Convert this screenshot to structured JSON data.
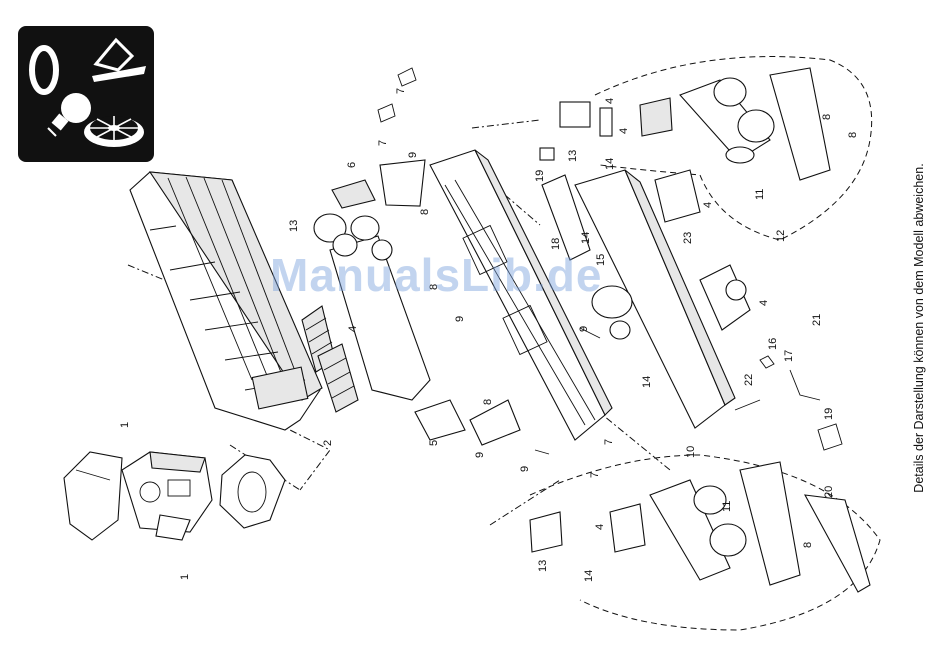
{
  "watermark": "ManualsLib.de",
  "side_note": "Details der Darstellung können von dem Modell abweichen.",
  "symbol": {
    "digit": "0",
    "icon_names": [
      "zero-icon",
      "lamp-icon",
      "bulb-icon",
      "fan-wheel-icon"
    ]
  },
  "callouts": [
    {
      "id": "c1a",
      "label": "1"
    },
    {
      "id": "c1b",
      "label": "1"
    },
    {
      "id": "c2",
      "label": "2"
    },
    {
      "id": "c4a",
      "label": "4"
    },
    {
      "id": "c5",
      "label": "5"
    },
    {
      "id": "c6",
      "label": "6"
    },
    {
      "id": "c7a",
      "label": "7"
    },
    {
      "id": "c7b",
      "label": "7"
    },
    {
      "id": "c7c",
      "label": "7"
    },
    {
      "id": "c7d",
      "label": "7"
    },
    {
      "id": "c8a",
      "label": "8"
    },
    {
      "id": "c8b",
      "label": "8"
    },
    {
      "id": "c8c",
      "label": "8"
    },
    {
      "id": "c9a",
      "label": "9"
    },
    {
      "id": "c9b",
      "label": "9"
    },
    {
      "id": "c9c",
      "label": "9"
    },
    {
      "id": "c9d",
      "label": "9"
    },
    {
      "id": "c13a",
      "label": "13"
    },
    {
      "id": "c4b",
      "label": "4"
    },
    {
      "id": "c4c",
      "label": "4"
    },
    {
      "id": "c13b",
      "label": "13"
    },
    {
      "id": "c14a",
      "label": "14"
    },
    {
      "id": "c19a",
      "label": "19"
    },
    {
      "id": "c18",
      "label": "18"
    },
    {
      "id": "c14b",
      "label": "14"
    },
    {
      "id": "c15",
      "label": "15"
    },
    {
      "id": "c9e",
      "label": "9"
    },
    {
      "id": "c14c",
      "label": "14"
    },
    {
      "id": "c4d",
      "label": "4"
    },
    {
      "id": "c23",
      "label": "23"
    },
    {
      "id": "c11a",
      "label": "11"
    },
    {
      "id": "c12",
      "label": "12"
    },
    {
      "id": "c8d",
      "label": "8"
    },
    {
      "id": "c8e",
      "label": "8"
    },
    {
      "id": "c4e",
      "label": "4"
    },
    {
      "id": "c21",
      "label": "21"
    },
    {
      "id": "c16",
      "label": "16"
    },
    {
      "id": "c17",
      "label": "17"
    },
    {
      "id": "c22",
      "label": "22"
    },
    {
      "id": "c19b",
      "label": "19"
    },
    {
      "id": "c10",
      "label": "10"
    },
    {
      "id": "c13c",
      "label": "13"
    },
    {
      "id": "c14d",
      "label": "14"
    },
    {
      "id": "c4f",
      "label": "4"
    },
    {
      "id": "c11b",
      "label": "11"
    },
    {
      "id": "c8f",
      "label": "8"
    },
    {
      "id": "c20",
      "label": "20"
    }
  ]
}
